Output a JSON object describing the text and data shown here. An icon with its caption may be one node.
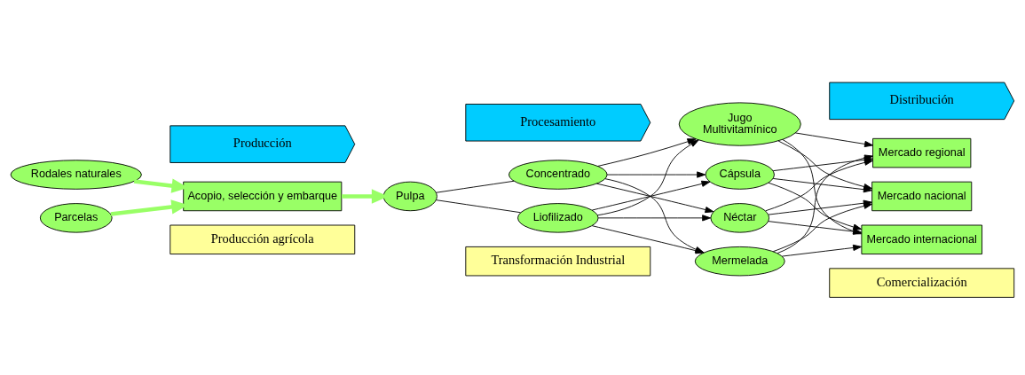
{
  "diagram": {
    "nodes": [
      {
        "text": [
          "Producción agrícola"
        ]
      },
      {
        "text": [
          "Transformación Industrial"
        ]
      },
      {
        "text": [
          "Comercialización"
        ]
      },
      {
        "text": [
          "Rodales naturales"
        ]
      },
      {
        "text": [
          "Parcelas"
        ]
      },
      {
        "text": [
          "Acopio, selección y embarque"
        ]
      },
      {
        "text": [
          "Pulpa"
        ]
      },
      {
        "text": [
          "Concentrado"
        ]
      },
      {
        "text": [
          "Liofilizado"
        ]
      },
      {
        "text": [
          "Néctar"
        ]
      },
      {
        "text": [
          "Mermelada"
        ]
      },
      {
        "text": [
          "Jugo",
          "Multivitamínico"
        ]
      },
      {
        "text": [
          "Cápsula"
        ]
      },
      {
        "text": [
          "Mercado regional"
        ]
      },
      {
        "text": [
          "Mercado nacional"
        ]
      },
      {
        "text": [
          "Mercado internacional"
        ]
      },
      {
        "text": [
          "Producción"
        ]
      },
      {
        "text": [
          "Procesamiento"
        ]
      },
      {
        "text": [
          "Distribución"
        ]
      }
    ],
    "edges": [
      {
        "from": 3,
        "to": 5,
        "arrow": "to",
        "style": "thick",
        "color": "#99ff66"
      },
      {
        "from": 4,
        "to": 5,
        "arrow": "to",
        "style": "thick",
        "color": "#99ff66"
      },
      {
        "from": 5,
        "to": 6,
        "arrow": "to",
        "style": "thick",
        "color": "#99ff66"
      },
      {
        "from": 6,
        "to": 7,
        "arrow": "none"
      },
      {
        "from": 6,
        "to": 8,
        "arrow": "none"
      },
      {
        "from": 7,
        "to": 9,
        "arrow": "to"
      },
      {
        "from": 7,
        "to": 10,
        "arrow": "to"
      },
      {
        "from": 7,
        "to": 11,
        "arrow": "to"
      },
      {
        "from": 7,
        "to": 12,
        "arrow": "to"
      },
      {
        "from": 8,
        "to": 9,
        "arrow": "to"
      },
      {
        "from": 8,
        "to": 10,
        "arrow": "to"
      },
      {
        "from": 8,
        "to": 11,
        "arrow": "to"
      },
      {
        "from": 8,
        "to": 12,
        "arrow": "to"
      },
      {
        "from": 9,
        "to": 13,
        "arrow": "to"
      },
      {
        "from": 9,
        "to": 14,
        "arrow": "to"
      },
      {
        "from": 9,
        "to": 15,
        "arrow": "to"
      },
      {
        "from": 10,
        "to": 13,
        "arrow": "to"
      },
      {
        "from": 10,
        "to": 14,
        "arrow": "to"
      },
      {
        "from": 10,
        "to": 15,
        "arrow": "to"
      },
      {
        "from": 11,
        "to": 13,
        "arrow": "to"
      },
      {
        "from": 11,
        "to": 14,
        "arrow": "to"
      },
      {
        "from": 11,
        "to": 15,
        "arrow": "to"
      },
      {
        "from": 12,
        "to": 13,
        "arrow": "to"
      },
      {
        "from": 12,
        "to": 14,
        "arrow": "to"
      },
      {
        "from": 12,
        "to": 15,
        "arrow": "to"
      }
    ]
  }
}
